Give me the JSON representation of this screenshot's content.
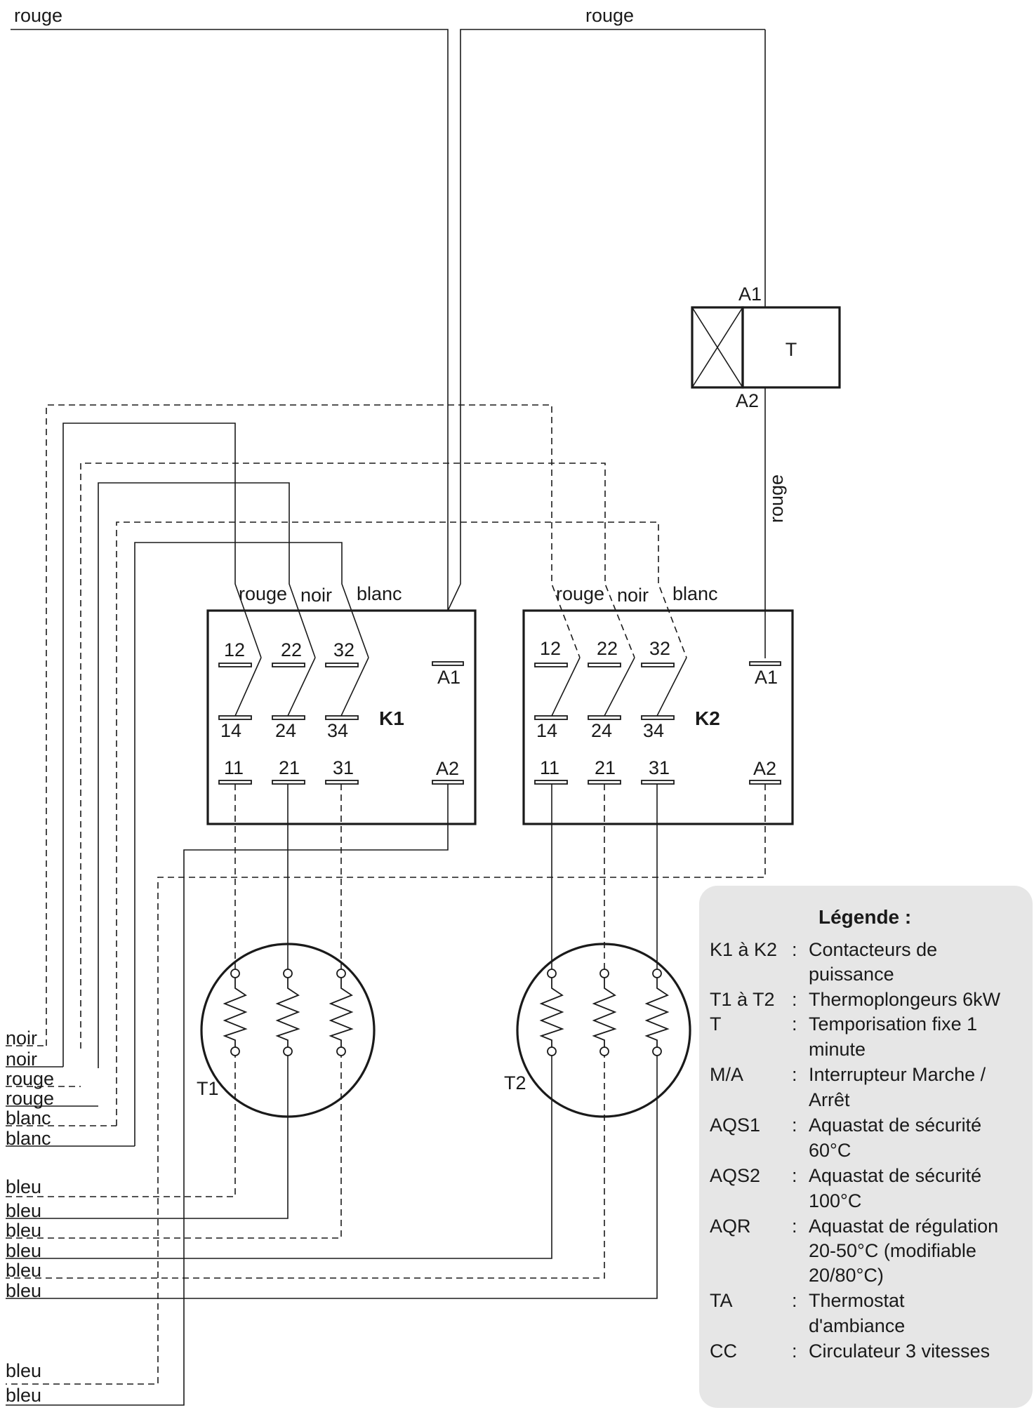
{
  "wires": {
    "top_left": "rouge",
    "top_right": "rouge",
    "timer_vertical": "rouge",
    "k1_top": [
      "rouge",
      "noir",
      "blanc"
    ],
    "k2_top": [
      "rouge",
      "noir",
      "blanc"
    ],
    "left_group": [
      "noir",
      "noir",
      "rouge",
      "rouge",
      "blanc",
      "blanc"
    ],
    "bottom_group": [
      "bleu",
      "bleu",
      "bleu",
      "bleu",
      "bleu",
      "bleu"
    ],
    "bottom_pair": [
      "bleu",
      "bleu"
    ]
  },
  "timer": {
    "label": "T",
    "top": "A1",
    "bottom": "A2"
  },
  "contactors": [
    {
      "name": "K1",
      "upper": [
        "12",
        "22",
        "32"
      ],
      "middle": [
        "14",
        "24",
        "34"
      ],
      "lower": [
        "11",
        "21",
        "31"
      ],
      "a1": "A1",
      "a2": "A2"
    },
    {
      "name": "K2",
      "upper": [
        "12",
        "22",
        "32"
      ],
      "middle": [
        "14",
        "24",
        "34"
      ],
      "lower": [
        "11",
        "21",
        "31"
      ],
      "a1": "A1",
      "a2": "A2"
    }
  ],
  "heaters": [
    {
      "name": "T1"
    },
    {
      "name": "T2"
    }
  ],
  "legend": {
    "title": "Légende :",
    "entries": [
      {
        "key": "K1 à K2",
        "lines": [
          "Contacteurs de",
          "puissance"
        ]
      },
      {
        "key": "T1 à T2",
        "lines": [
          "Thermoplongeurs 6kW"
        ]
      },
      {
        "key": "T",
        "lines": [
          "Temporisation fixe 1",
          "minute"
        ]
      },
      {
        "key": "M/A",
        "lines": [
          "Interrupteur Marche /",
          "Arrêt"
        ]
      },
      {
        "key": "AQS1",
        "lines": [
          "Aquastat de sécurité",
          "60°C"
        ]
      },
      {
        "key": "AQS2",
        "lines": [
          "Aquastat de sécurité",
          "100°C"
        ]
      },
      {
        "key": "AQR",
        "lines": [
          "Aquastat de régulation",
          "20-50°C (modifiable",
          "20/80°C)"
        ]
      },
      {
        "key": "TA",
        "lines": [
          "Thermostat",
          "d'ambiance"
        ]
      },
      {
        "key": "CC",
        "lines": [
          "Circulateur 3 vitesses"
        ]
      }
    ]
  },
  "colors": {
    "line": "#1a1a1a",
    "legend_background": "#e6e6e6",
    "background": "#ffffff"
  }
}
